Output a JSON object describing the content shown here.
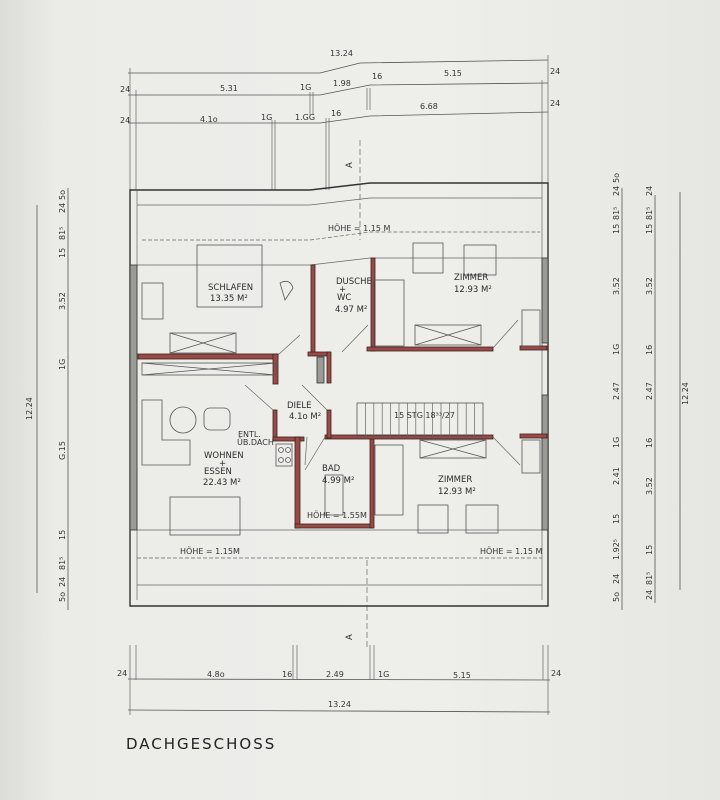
{
  "title": "DACHGESCHOSS",
  "section_marker": "A",
  "rooms": {
    "schlafen": {
      "name": "SCHLAFEN",
      "area": "13.35 M²"
    },
    "dusche": {
      "name": "DUSCHE",
      "sub": "+",
      "name2": "WC",
      "area": "4.97 M²"
    },
    "zimmer_top": {
      "name": "ZIMMER",
      "area": "12.93 M²"
    },
    "diele": {
      "name": "DIELE",
      "area": "4.1o M²"
    },
    "wohnen": {
      "name": "WOHNEN",
      "sub": "+",
      "name2": "ESSEN",
      "area": "22.43 M²"
    },
    "bad": {
      "name": "BAD",
      "area": "4.99 M²"
    },
    "zimmer_bottom": {
      "name": "ZIMMER",
      "area": "12.93 M²"
    }
  },
  "annotations": {
    "hoehe_top": "HÖHE = 1.15 M",
    "hoehe_bottom_left": "HÖHE = 1.15M",
    "hoehe_bottom_right": "HÖHE = 1.15 M",
    "hoehe_bad": "HÖHE = 1.55M",
    "entl": "ENTL.",
    "ub_dach": "ÜB.DACH",
    "stairs": "15 STG 18³³/27"
  },
  "dims_top": {
    "total": "13.24",
    "row2": [
      "24",
      "5.31",
      "1G",
      "1.98",
      "16",
      "5.15",
      "24"
    ],
    "row3": [
      "24",
      "4.1o",
      "1G",
      "1.GG",
      "16",
      "6.68",
      "24"
    ]
  },
  "dims_bottom": {
    "row1": [
      "24",
      "4.8o",
      "16",
      "2.49",
      "1G",
      "5.15",
      "24"
    ],
    "total": "13.24"
  },
  "dims_left": {
    "total": "12.24",
    "segments": [
      "5o",
      "24",
      "81⁵",
      "15",
      "3.52",
      "1G",
      "G.15",
      "15",
      "81⁵",
      "24",
      "5o"
    ]
  },
  "dims_right": {
    "col1": [
      "5o",
      "24",
      "81⁵",
      "15",
      "3.52",
      "1G",
      "2.47",
      "1G",
      "2.41",
      "15",
      "1.92⁵",
      "24",
      "5o"
    ],
    "col2": [
      "24",
      "81⁵",
      "15",
      "3.52",
      "16",
      "2.47",
      "16",
      "3.52",
      "15",
      "81⁵",
      "24"
    ],
    "total": "12.24"
  }
}
